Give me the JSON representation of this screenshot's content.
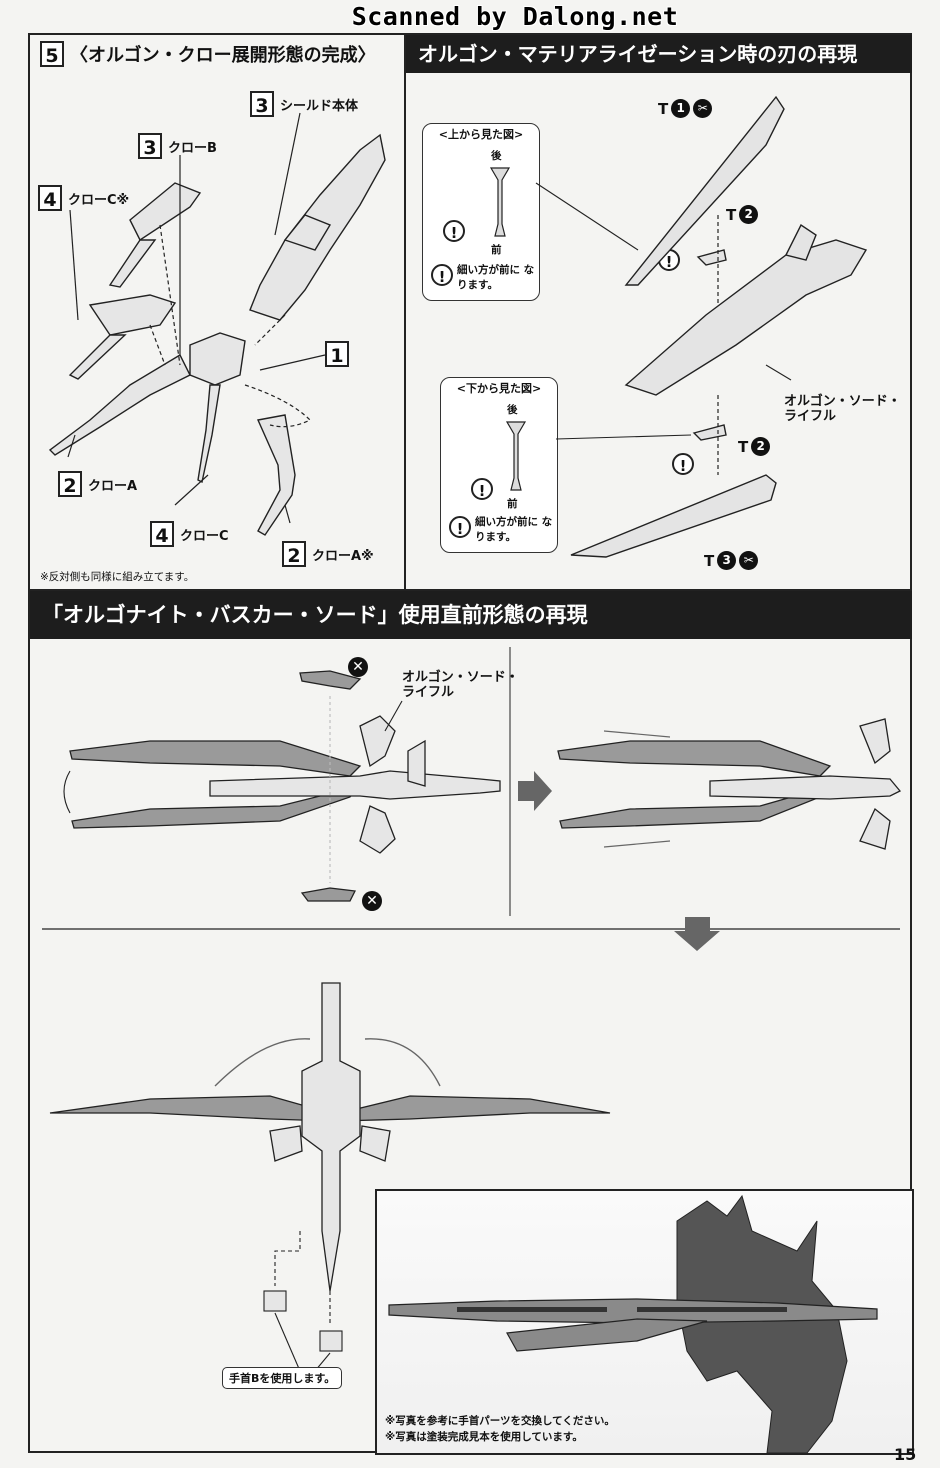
{
  "watermark": "Scanned by Dalong.net",
  "page_number": "15",
  "step5": {
    "number": "5",
    "title": "〈オルゴン・クロー展開形態の完成〉",
    "parts": [
      {
        "num": "3",
        "name": "シールド本体"
      },
      {
        "num": "3",
        "name": "クローB"
      },
      {
        "num": "4",
        "name": "クローC※"
      },
      {
        "num": "1",
        "name": ""
      },
      {
        "num": "2",
        "name": "クローA"
      },
      {
        "num": "4",
        "name": "クローC"
      },
      {
        "num": "2",
        "name": "クローA※"
      }
    ],
    "note": "※反対側も同様に組み立てます。"
  },
  "materialize": {
    "title": "オルゴン・マテリアライゼーション時の刃の再現",
    "top_box": {
      "title": "<上から見た図>",
      "back": "後",
      "front": "前",
      "note": "細い方が前に なります。"
    },
    "bottom_box": {
      "title": "<下から見た図>",
      "back": "後",
      "front": "前",
      "note": "細い方が前に なります。"
    },
    "part_labels": [
      {
        "letter": "T",
        "num": "1"
      },
      {
        "letter": "T",
        "num": "2"
      },
      {
        "letter": "T",
        "num": "2"
      },
      {
        "letter": "T",
        "num": "3"
      }
    ],
    "weapon_label": "オルゴン・ソード・ ライフル"
  },
  "buscar": {
    "title": "「オルゴナイト・バスカー・ソード」使用直前形態の再現",
    "weapon_label": "オルゴン・ソード・ ライフル",
    "hand_note": "手首Bを使用します。",
    "photo_notes": [
      "※写真を参考に手首パーツを交換してください。",
      "※写真は塗装完成見本を使用しています。"
    ]
  },
  "colors": {
    "header_dark": "#1d1d1d",
    "ink": "#111111",
    "paper": "#f4f4f2",
    "part_gray": "#9a9a9a"
  }
}
